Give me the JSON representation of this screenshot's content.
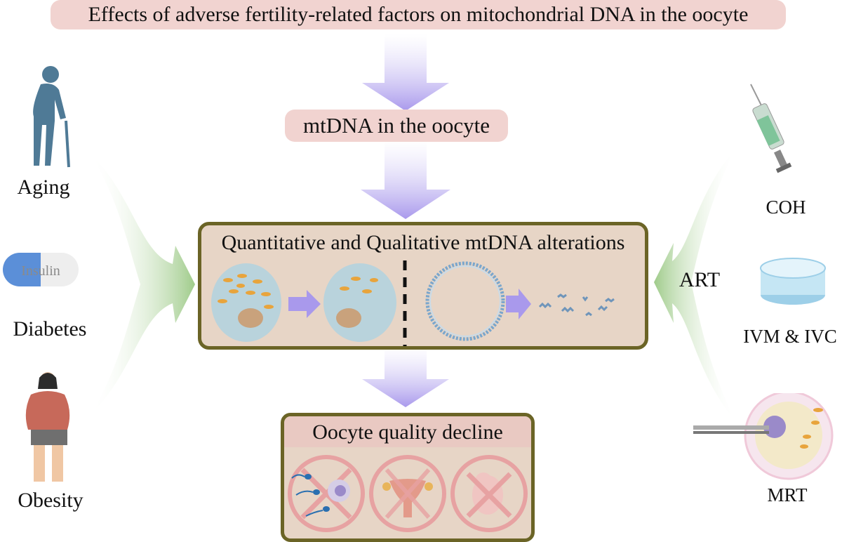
{
  "title": "Effects of adverse fertility-related factors on mitochondrial DNA in the oocyte",
  "mid_label": "mtDNA in the oocyte",
  "main_box_title": "Quantitative and Qualitative mtDNA alterations",
  "bottom_box_title": "Oocyte quality decline",
  "left_factors": [
    {
      "label": "Aging",
      "icon": "elderly-person-icon"
    },
    {
      "label": "Diabetes",
      "icon": "insulin-pill-icon",
      "icon_text": "Insulin"
    },
    {
      "label": "Obesity",
      "icon": "obese-person-icon"
    }
  ],
  "right_factors": [
    {
      "label": "COH",
      "icon": "syringe-icon"
    },
    {
      "label": "IVM & IVC",
      "icon": "petri-dish-icon"
    },
    {
      "label": "MRT",
      "icon": "oocyte-injection-icon"
    }
  ],
  "art_label": "ART",
  "colors": {
    "pill_bg": "#f1d3d0",
    "arrow_purple": "#a999ec",
    "arrow_green": "#9fcb8a",
    "box_fill": "#e7d5c6",
    "box_border": "#6b6426",
    "cell_fill": "#b9d3dc",
    "nucleus": "#c9a27c",
    "mito": "#e8a43c",
    "outcome_circle": "#e7a2a2"
  }
}
